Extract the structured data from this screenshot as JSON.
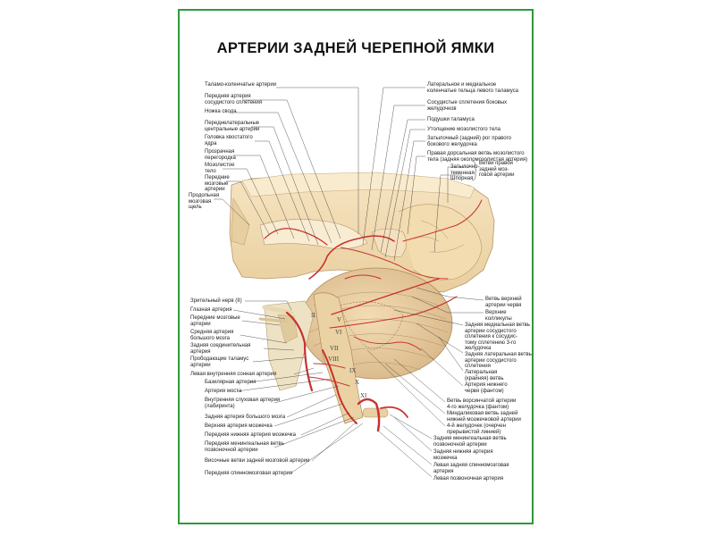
{
  "title": "АРТЕРИИ ЗАДНЕЙ ЧЕРЕПНОЙ ЯМКИ",
  "colors": {
    "border": "#2e9a3a",
    "artery": "#c8322d",
    "brain": "#f1dcb2",
    "cerebellum": "#ecd2a6",
    "bone": "#eee2c4"
  },
  "labels_left_top": [
    "Таламо-коленчатые артерии",
    "Передняя артерия\nсосудистого сплетения",
    "Ножка свода",
    "Переднелатеральные\nцентральные артерии",
    "Головка хвостатого\nядра",
    "Прозрачная\nперегородка",
    "Мозолистое\nтело",
    "Передние\nмозговые\nартерии",
    "Продольная\nмозговая\nщель"
  ],
  "labels_left_bottom": [
    "Зрительный нерв (II)",
    "Глазная артерия",
    "Передние мозговые\nартерии",
    "Средняя артерия\nбольшого мозга",
    "Задняя соединительная\nартерия",
    "Прободающие таламус\nартерии",
    "Левая внутренняя сонная артерия",
    "Базилярная артерия",
    "Артерия моста",
    "Внутренняя слуховая артерия\n(лабиринта)",
    "Задняя артерия большого мозга",
    "Верхняя артерия мозжечка",
    "Передняя нижняя артерия мозжечка",
    "Передняя менингеальная ветвь\nпозвоночной артерии",
    "Височные ветви задней мозговой артерии",
    "Передняя спинномозговая артерия"
  ],
  "labels_right_top": [
    "Латеральное и медиальное\nколенчатые тельца левого таламуса",
    "Сосудистые сплетения боковых\nжелудочков",
    "Подушки таламуса",
    "Утолщение мозолистого тела",
    "Затылочный (задний) рог правого\nбокового желудочка",
    "Правая дорсальная ветвь мозолистого\nтела (задняя околомозолистая артерия)",
    "Затылочно-\nтеменная",
    "Шпорная",
    "Ветви правой\nзадней моз-\nговой артерии"
  ],
  "labels_right_bottom": [
    "Ветвь верхней\nартерии червя",
    "Верхние\nколликулы",
    "Задняя медиальная ветвь\nартерии сосудистого\nсплетения к сосудис-\nтому сплетению 3-го\nжелудочка",
    "Задняя латеральная ветвь\nартерии сосудистого\nсплетения",
    "Латеральная\n(крайняя) ветвь",
    "Артерия нижнего\nчервя (фантом)",
    "Ветвь ворсинчатой артерии\n4-го желудочка (фантом)",
    "Миндаликовая ветвь задней\nнижней мозжечковой артерии",
    "4-й желудочек (очерчен\nпрерывистой линией)",
    "Задняя менингеальная ветвь\nпозвоночной артерии",
    "Задняя нижняя артерия\nмозжечка",
    "Левая задняя спинномозговая\nартерия",
    "Левая позвоночная артерия"
  ],
  "roman_numerals": [
    "II",
    "V",
    "VI",
    "VII",
    "VIII",
    "IX",
    "X",
    "XI"
  ]
}
